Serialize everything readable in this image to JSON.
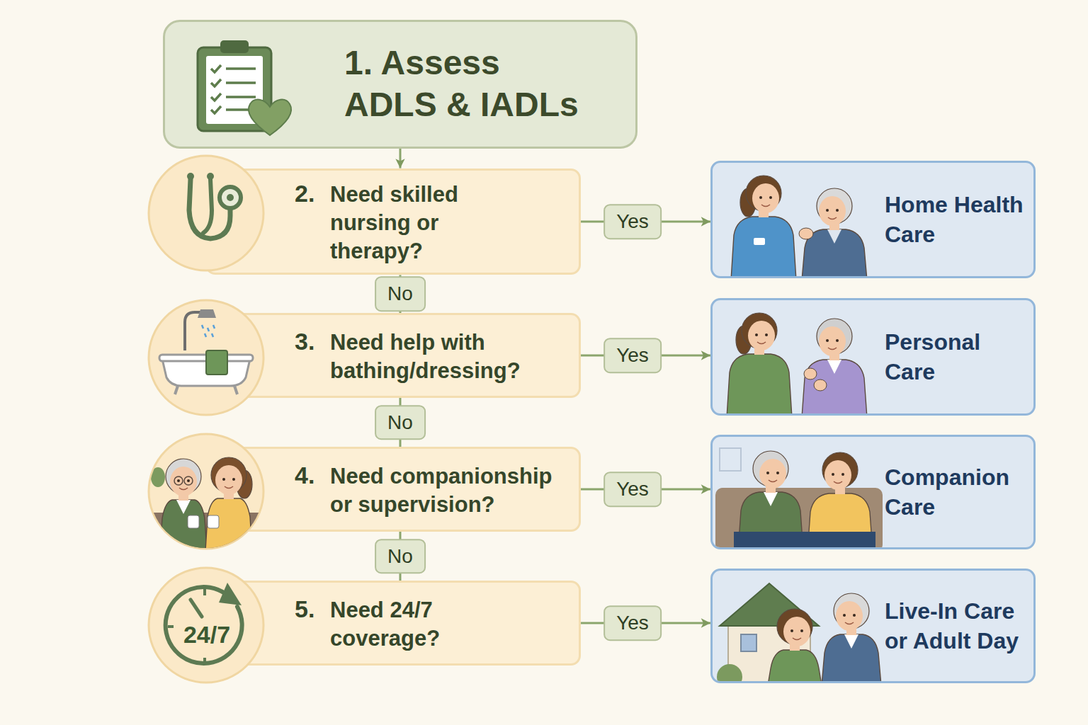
{
  "diagram": {
    "nodes": [
      {
        "text": [
          "1. Assess ADLS & IADLs"
        ]
      },
      {
        "text": [
          "2.",
          "Need skilled nursing or therapy?"
        ]
      },
      {
        "text": [
          "Home Health Care"
        ]
      },
      {
        "text": [
          "3.",
          "Need help with bathing/dressing?"
        ]
      },
      {
        "text": [
          "Personal Care"
        ]
      },
      {
        "text": [
          "4.",
          "Need companionship or supervision?"
        ]
      },
      {
        "text": [
          "Companion Care"
        ]
      },
      {
        "text": [
          "5.",
          "Need 24/7 coverage?"
        ]
      },
      {
        "text": [
          "Live-In Care or Adult Day"
        ]
      }
    ],
    "edges": [
      {
        "from": 0,
        "to": 1,
        "arrow": "to"
      },
      {
        "from": 1,
        "to": 2,
        "label": "Yes",
        "arrow": "to"
      },
      {
        "from": 1,
        "to": 3,
        "label": "No",
        "arrow": "none"
      },
      {
        "from": 3,
        "to": 4,
        "label": "Yes",
        "arrow": "to"
      },
      {
        "from": 3,
        "to": 5,
        "label": "No",
        "arrow": "none"
      },
      {
        "from": 5,
        "to": 6,
        "label": "Yes",
        "arrow": "to"
      },
      {
        "from": 5,
        "to": 7,
        "label": "No",
        "arrow": "none"
      },
      {
        "from": 7,
        "to": 8,
        "label": "Yes",
        "arrow": "to"
      }
    ],
    "labels": [
      "24/7"
    ]
  }
}
